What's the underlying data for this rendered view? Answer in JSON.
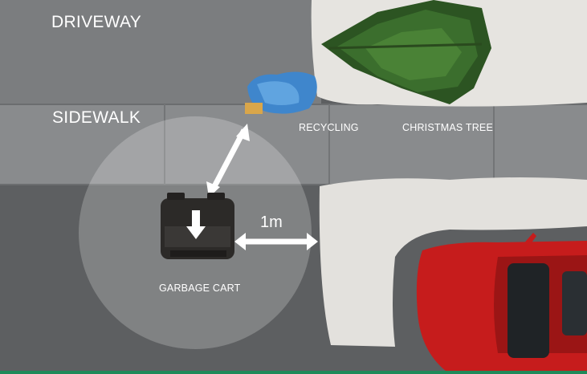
{
  "labels": {
    "driveway": "DRIVEWAY",
    "sidewalk": "SIDEWALK",
    "recycling": "RECYCLING",
    "christmas_tree": "CHRISTMAS TREE",
    "garbage_cart": "GARBAGE CART",
    "distance": "1m"
  },
  "colors": {
    "road": "#5d5f61",
    "driveway": "#7b7d7f",
    "sidewalk": "#8a8c8e",
    "snow": "#e4e2de",
    "tree": "#2f5a25",
    "cart": "#2c2a28",
    "recycling_bag": "#3f86cc",
    "car": "#c61c1c",
    "clearance_circle": "rgba(255,255,255,0.22)",
    "stripe": "#1f8a5a"
  }
}
